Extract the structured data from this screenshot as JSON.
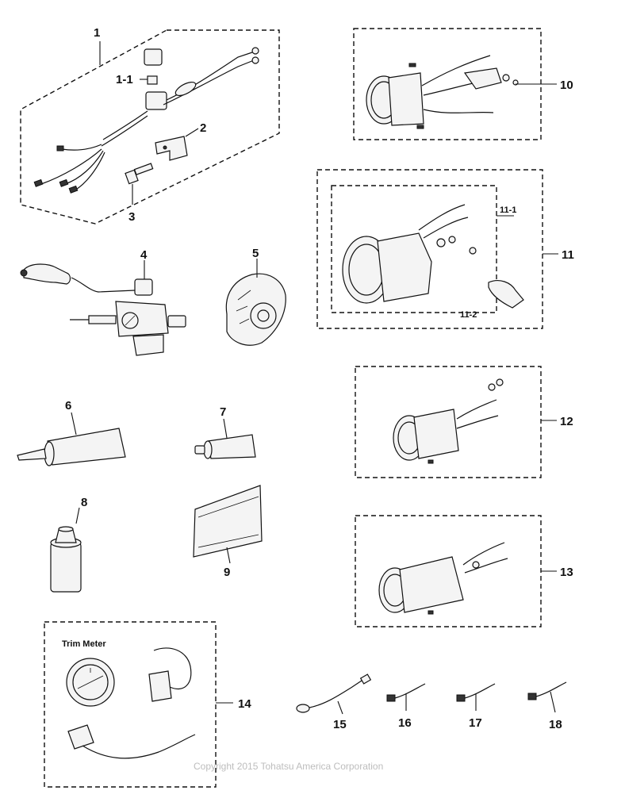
{
  "callouts": {
    "c1": "1",
    "c1_1": "1-1",
    "c2": "2",
    "c3": "3",
    "c4": "4",
    "c5": "5",
    "c6": "6",
    "c7": "7",
    "c8": "8",
    "c9": "9",
    "c10": "10",
    "c11": "11",
    "c11_1": "11-1",
    "c11_2": "11-2",
    "c12": "12",
    "c13": "13",
    "c14": "14",
    "c15": "15",
    "c16": "16",
    "c17": "17",
    "c18": "18"
  },
  "trim_meter_label": "Trim Meter",
  "copyright": "Copyright 2015 Tohatsu America Corporation"
}
